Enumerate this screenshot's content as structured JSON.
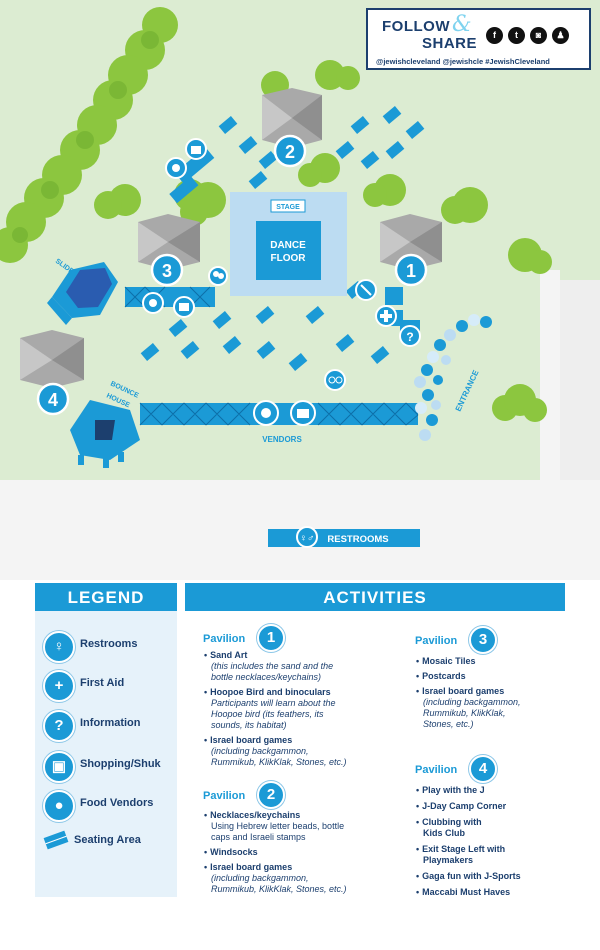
{
  "follow": {
    "line1": "FOLLOW",
    "amp": "&",
    "line2": "SHARE",
    "handles": "@jewishcleveland @jewishcle #JewishCleveland",
    "social_icons": [
      "facebook-icon",
      "twitter-icon",
      "instagram-icon",
      "snapchat-icon"
    ]
  },
  "map": {
    "stage_label": "STAGE",
    "dance_floor_line1": "DANCE",
    "dance_floor_line2": "FLOOR",
    "pavilions": [
      "1",
      "2",
      "3",
      "4"
    ],
    "slide_label": "SLIDE",
    "bounce_house_line1": "BOUNCE",
    "bounce_house_line2": "HOUSE",
    "vendors_label": "VENDORS",
    "entrance_label": "ENTRANCE",
    "restrooms_label": "RESTROOMS",
    "colors": {
      "grass": "#dcecd2",
      "path": "#f4f4f4",
      "tree": "#8cc63f",
      "tree_dark": "#6fae2f",
      "accent": "#1b9ad6",
      "navy": "#1c3f6e",
      "tent": "#a9a9a9"
    }
  },
  "legend": {
    "title": "LEGEND",
    "items": [
      {
        "icon": "restroom-icon",
        "label": "Restrooms"
      },
      {
        "icon": "first-aid-icon",
        "label": "First Aid"
      },
      {
        "icon": "information-icon",
        "label": "Information"
      },
      {
        "icon": "shopping-bag-icon",
        "label": "Shopping/Shuk"
      },
      {
        "icon": "food-plate-icon",
        "label": "Food Vendors"
      },
      {
        "icon": "seating-area-icon",
        "label": "Seating Area"
      }
    ]
  },
  "activities": {
    "title": "ACTIVITIES",
    "pavilion_word": "Pavilion",
    "p1": {
      "number": "1",
      "items": [
        {
          "h": "Sand Art",
          "d": "(this includes the sand and the",
          "d2": "bottle necklaces/keychains)"
        },
        {
          "h": "Hoopoe Bird and binoculars",
          "d": "Participants will learn about the",
          "d2": "Hoopoe bird (its feathers, its",
          "d3": "sounds, its habitat)"
        },
        {
          "h": "Israel board games",
          "d": "(including backgammon,",
          "d2": "Rummikub, KlikKlak, Stones, etc.)"
        }
      ]
    },
    "p2": {
      "number": "2",
      "items": [
        {
          "h": "Necklaces/keychains",
          "d": "Using Hebrew letter beads, bottle",
          "d2": "caps and Israeli stamps"
        },
        {
          "h": "Windsocks"
        },
        {
          "h": "Israel board games",
          "d": "(including backgammon,",
          "d2": "Rummikub, KlikKlak, Stones, etc.)"
        }
      ]
    },
    "p3": {
      "number": "3",
      "items": [
        {
          "h": "Mosaic Tiles"
        },
        {
          "h": "Postcards"
        },
        {
          "h": "Israel board games",
          "d": "(including backgammon,",
          "d2": "Rummikub, KlikKlak,",
          "d3": "Stones, etc.)"
        }
      ]
    },
    "p4": {
      "number": "4",
      "items": [
        {
          "h": "Play with the J"
        },
        {
          "h": "J-Day Camp Corner"
        },
        {
          "h": "Clubbing with",
          "h2": "Kids Club"
        },
        {
          "h": "Exit Stage Left with",
          "h2": "Playmakers"
        },
        {
          "h": "Gaga fun with J-Sports"
        },
        {
          "h": "Maccabi Must Haves"
        }
      ]
    }
  }
}
